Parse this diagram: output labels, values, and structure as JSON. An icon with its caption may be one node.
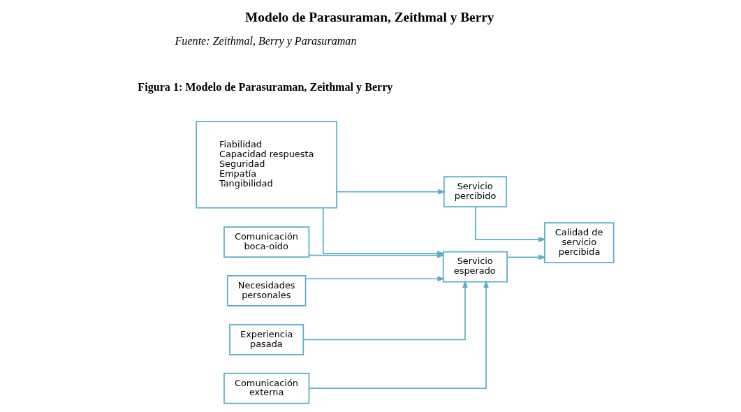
{
  "diagram": {
    "title": "Modelo de Parasuraman, Zeithmal y Berry",
    "caption": "Figura 1: Modelo de Parasuraman, Zeithmal y Berry",
    "nodes": [
      {
        "text": [
          "Fiabilidad",
          "Capacidad respuesta",
          "Seguridad",
          "Empatía",
          "Tangibilidad"
        ]
      },
      {
        "text": [
          "Servicio percibido"
        ]
      },
      {
        "text": [
          "Servicio esperado"
        ]
      },
      {
        "text": [
          "Calidad de servicio percibida"
        ]
      },
      {
        "text": [
          "Comunicación boca-oido"
        ]
      },
      {
        "text": [
          "Necesidades personales"
        ]
      },
      {
        "text": [
          "Experiencia pasada"
        ]
      },
      {
        "text": [
          "Comunicación externa"
        ]
      }
    ],
    "edges": [
      {
        "from": 0,
        "to": 1,
        "arrow": "to"
      },
      {
        "from": 0,
        "to": 2,
        "arrow": "to"
      },
      {
        "from": 1,
        "to": 3,
        "arrow": "to"
      },
      {
        "from": 2,
        "to": 3,
        "arrow": "to"
      },
      {
        "from": 4,
        "to": 2,
        "arrow": "to"
      },
      {
        "from": 5,
        "to": 2,
        "arrow": "to"
      },
      {
        "from": 6,
        "to": 2,
        "arrow": "to"
      },
      {
        "from": 7,
        "to": 2,
        "arrow": "to"
      }
    ],
    "labels": [
      "Fuente: Zeithmal, Berry y Parasuraman"
    ]
  }
}
